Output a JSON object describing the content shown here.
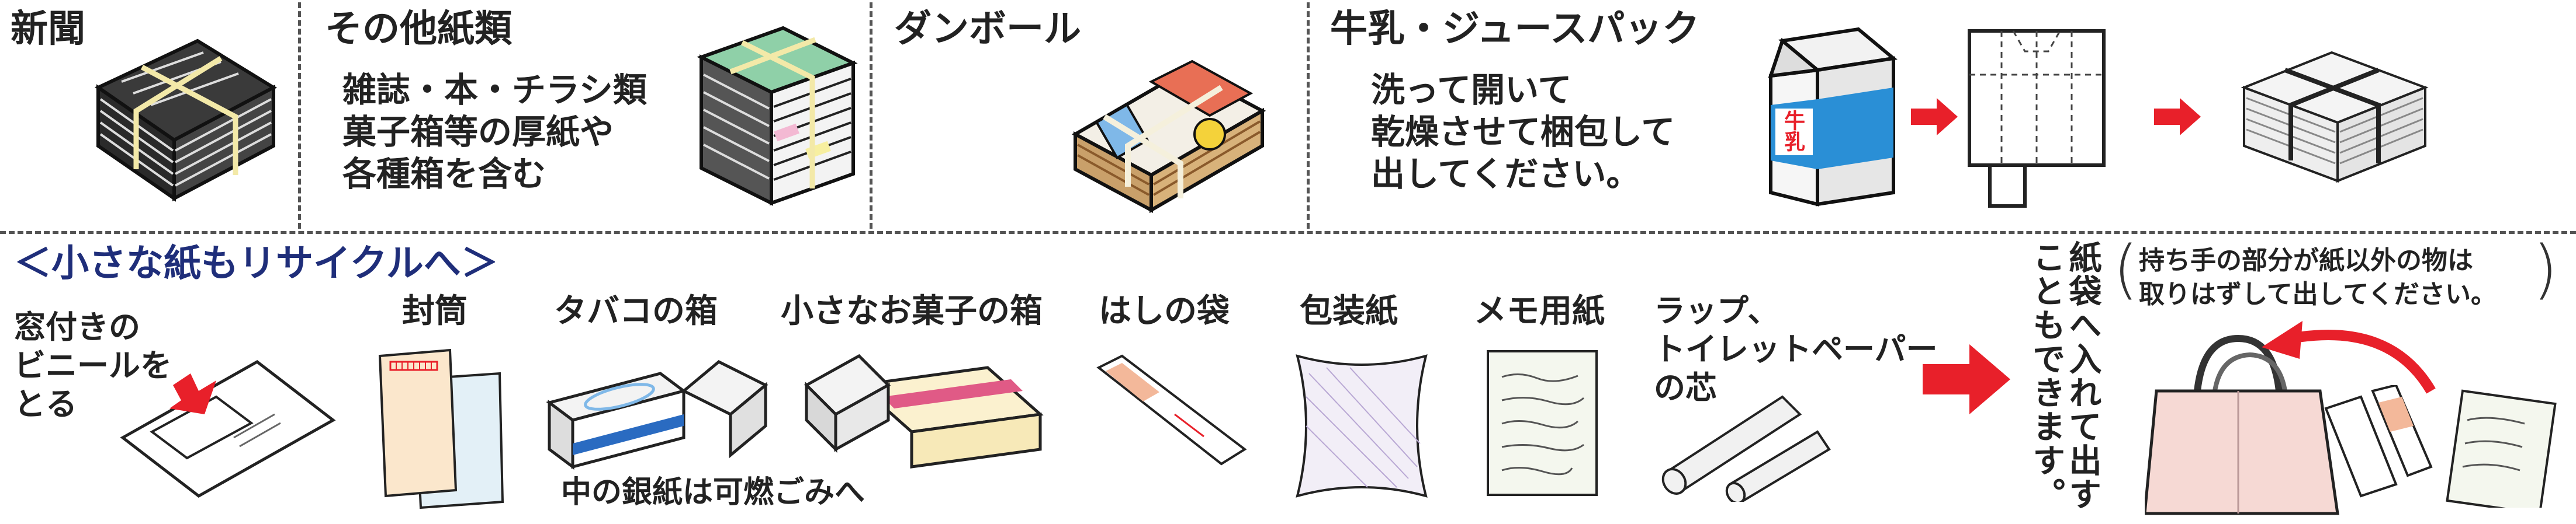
{
  "top": {
    "newspaper": {
      "title": "新聞"
    },
    "other_paper": {
      "title": "その他紙類",
      "desc": "雑誌・本・チラシ類\n菓子箱等の厚紙や\n各種箱を含む"
    },
    "cardboard": {
      "title": "ダンボール"
    },
    "milk_carton": {
      "title": "牛乳・ジュースパック",
      "desc": "洗って開いて\n乾燥させて梱包して\n出してください。",
      "carton_label": "牛乳"
    }
  },
  "bottom": {
    "section_title": "＜小さな紙もリサイクルへ＞",
    "items": [
      {
        "key": "window_envelope",
        "label": "窓付きの\nビニールを\nとる"
      },
      {
        "key": "envelope",
        "label": "封筒"
      },
      {
        "key": "cigarette_box",
        "label": "タバコの箱"
      },
      {
        "key": "snack_box",
        "label": "小さなお菓子の箱"
      },
      {
        "key": "chopstick_bag",
        "label": "はしの袋"
      },
      {
        "key": "wrapping",
        "label": "包装紙"
      },
      {
        "key": "memo",
        "label": "メモ用紙"
      },
      {
        "key": "core",
        "label": "ラップ、\nトイレットペーパー\nの芯"
      }
    ],
    "foil_note": "中の銀紙は可燃ごみへ",
    "instruction": "紙袋へ入れて出す\nこともできます。",
    "paren_note": "持ち手の部分が紙以外の物は\n取りはずして出してください。"
  },
  "colors": {
    "accent_red": "#e8202a",
    "navy": "#1f2e7a",
    "carton_blue": "#2a8fd6",
    "bag_pink": "#f6d9d4",
    "box_pink": "#e05a86",
    "box_blue": "#2a6bc1"
  }
}
